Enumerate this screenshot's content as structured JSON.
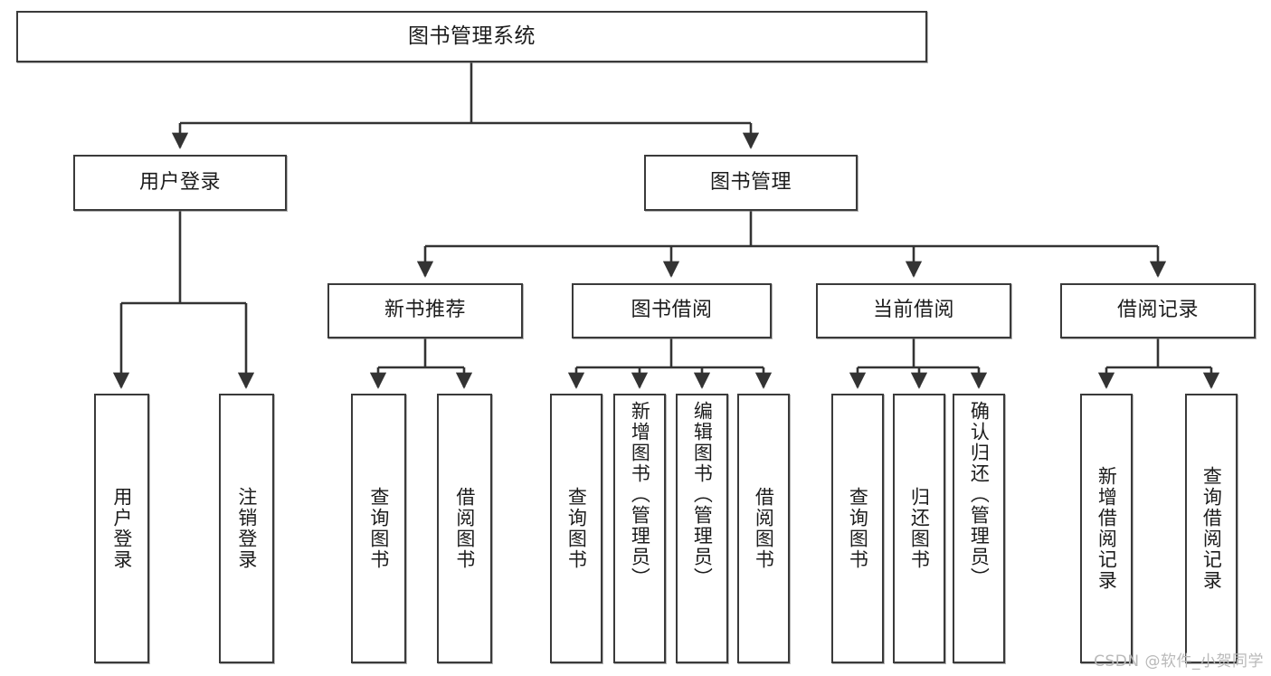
{
  "diagram": {
    "title": "图书管理系统",
    "type": "tree",
    "watermark": "CSDN @软件_小贺同学",
    "colors": {
      "node_border": "#3a3a3a",
      "node_fill": "#ffffff",
      "edge": "#333333",
      "text": "#1c1c1c",
      "watermark": "#b9b9b9"
    },
    "root": {
      "label": "图书管理系统"
    },
    "level2": [
      {
        "id": "user-login",
        "label": "用户登录"
      },
      {
        "id": "book-manage",
        "label": "图书管理"
      }
    ],
    "level3": [
      {
        "id": "new-book-recommend",
        "label": "新书推荐"
      },
      {
        "id": "book-borrow",
        "label": "图书借阅"
      },
      {
        "id": "current-borrow",
        "label": "当前借阅"
      },
      {
        "id": "borrow-record",
        "label": "借阅记录"
      }
    ],
    "leaves": {
      "user_login": [
        {
          "id": "leaf-user-login",
          "label": "用户登录"
        },
        {
          "id": "leaf-logout-login",
          "label": "注销登录"
        }
      ],
      "new_book_recommend": [
        {
          "id": "leaf-query-book-1",
          "label": "查询图书"
        },
        {
          "id": "leaf-borrow-book-1",
          "label": "借阅图书"
        }
      ],
      "book_borrow": [
        {
          "id": "leaf-query-book-2",
          "label": "查询图书"
        },
        {
          "id": "leaf-add-book",
          "label": "新增图书（管理员）"
        },
        {
          "id": "leaf-edit-book",
          "label": "编辑图书（管理员）"
        },
        {
          "id": "leaf-borrow-book-2",
          "label": "借阅图书"
        }
      ],
      "current_borrow": [
        {
          "id": "leaf-query-book-3",
          "label": "查询图书"
        },
        {
          "id": "leaf-return-book",
          "label": "归还图书"
        },
        {
          "id": "leaf-confirm-return",
          "label": "确认归还（管理员）"
        }
      ],
      "borrow_record": [
        {
          "id": "leaf-add-record",
          "label": "新增借阅记录"
        },
        {
          "id": "leaf-query-record",
          "label": "查询借阅记录"
        }
      ]
    }
  }
}
